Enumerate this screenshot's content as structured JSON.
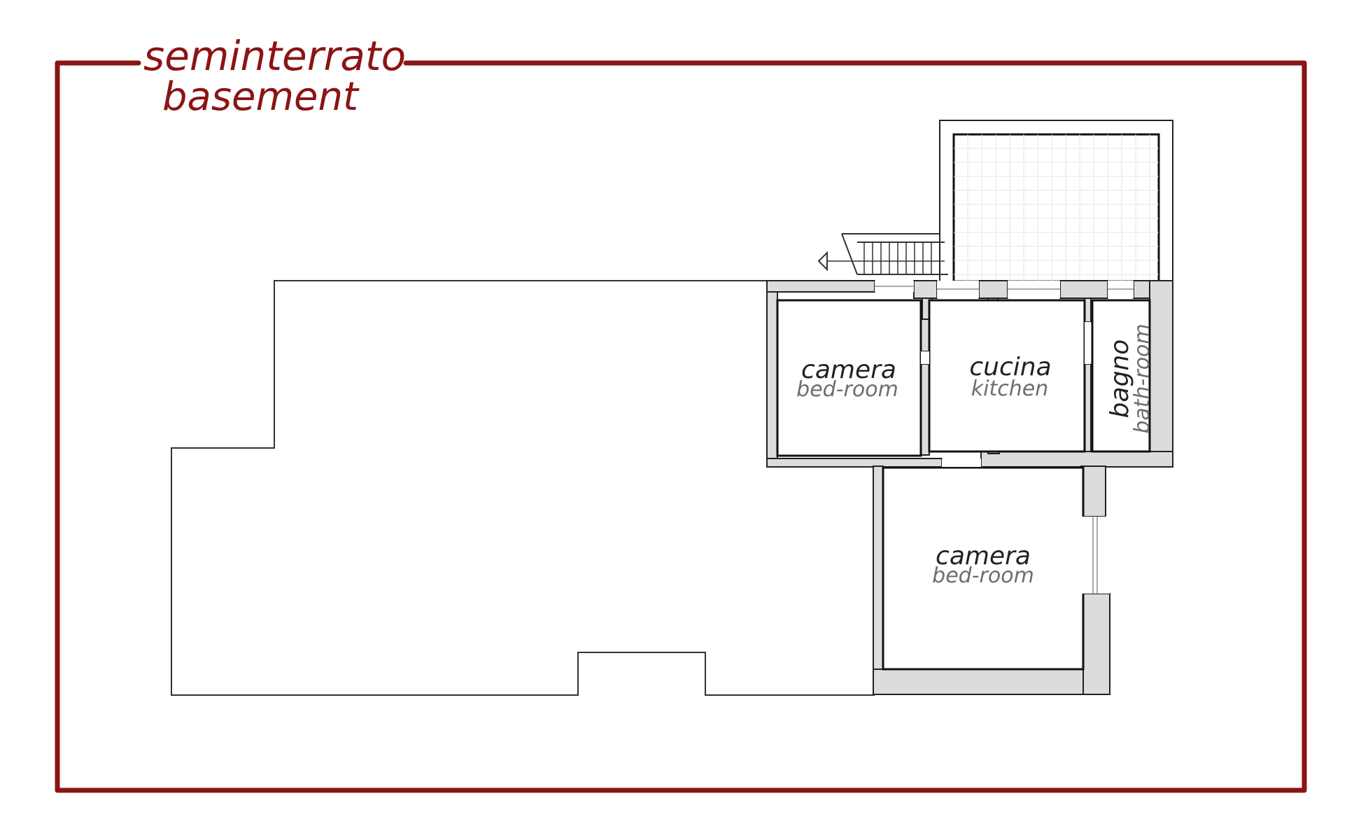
{
  "colors": {
    "frame": "#8b1414",
    "wall_fill": "#dcdcdc",
    "wall_stroke": "#222222",
    "room_label": "#222222",
    "room_label_en": "#6e6e6e",
    "tile_grid": "#e4e4e4"
  },
  "title": {
    "italian": "seminterrato",
    "english": "basement"
  },
  "rooms": [
    {
      "id": "camera-1",
      "italian": "camera",
      "english": "bed-room"
    },
    {
      "id": "cucina",
      "italian": "cucina",
      "english": "kitchen"
    },
    {
      "id": "bagno",
      "italian": "bagno",
      "english": "bath-room"
    },
    {
      "id": "camera-2",
      "italian": "camera",
      "english": "bed-room"
    }
  ],
  "icons": {
    "entrance_arrow": "arrow-left-icon"
  }
}
